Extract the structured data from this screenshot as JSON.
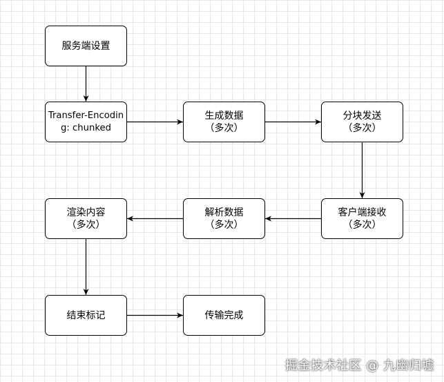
{
  "nodes": {
    "server_setup": "服务端设置",
    "transfer_encoding": "Transfer-Encoding: chunked",
    "generate_data": "生成数据\n（多次）",
    "send_chunks": "分块发送\n（多次）",
    "client_receive": "客户端接收\n（多次）",
    "parse_data": "解析数据\n（多次）",
    "render_content": "渲染内容\n（多次）",
    "finish_mark": "结束标记",
    "transfer_complete": "传输完成"
  },
  "edges": [
    {
      "from": "server_setup",
      "to": "transfer_encoding"
    },
    {
      "from": "transfer_encoding",
      "to": "generate_data"
    },
    {
      "from": "generate_data",
      "to": "send_chunks"
    },
    {
      "from": "send_chunks",
      "to": "client_receive"
    },
    {
      "from": "client_receive",
      "to": "parse_data"
    },
    {
      "from": "parse_data",
      "to": "render_content"
    },
    {
      "from": "render_content",
      "to": "finish_mark"
    },
    {
      "from": "finish_mark",
      "to": "transfer_complete"
    }
  ],
  "watermark": "掘金技术社区 @ 九幽归墟"
}
